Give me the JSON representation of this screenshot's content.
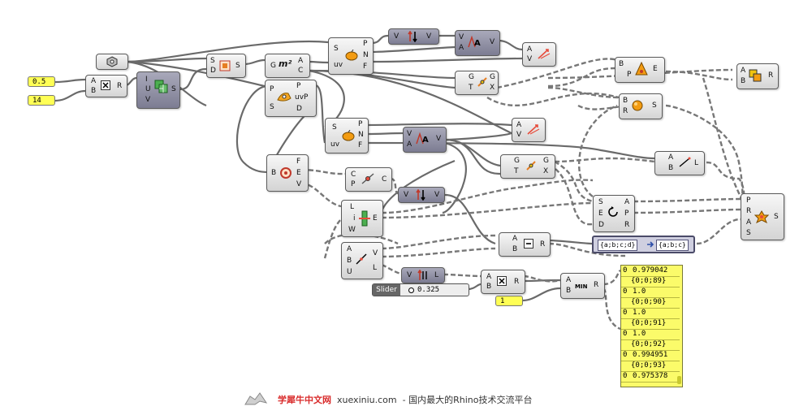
{
  "numbers": {
    "n1": "0.5",
    "n2": "14",
    "n3": "1"
  },
  "slider": {
    "label": "Slider",
    "value": "0.325",
    "fraction": 0.325
  },
  "tree": {
    "left": "{a;b;c;d}",
    "right": "{a;b;c}"
  },
  "panel": {
    "rows": [
      {
        "index": "0",
        "text": "0.979042"
      },
      {
        "index": "",
        "text": "{0;0;89}"
      },
      {
        "index": "0",
        "text": "1.0"
      },
      {
        "index": "",
        "text": "{0;0;90}"
      },
      {
        "index": "0",
        "text": "1.0"
      },
      {
        "index": "",
        "text": "{0;0;91}"
      },
      {
        "index": "0",
        "text": "1.0"
      },
      {
        "index": "",
        "text": "{0;0;92}"
      },
      {
        "index": "0",
        "text": "0.994951"
      },
      {
        "index": "",
        "text": "{0;0;93}"
      },
      {
        "index": "0",
        "text": "0.975378"
      }
    ]
  },
  "components": [
    {
      "id": "multiply-top",
      "labels": [
        "A",
        "B",
        "R"
      ]
    },
    {
      "id": "srfgrid",
      "labels": [
        "I",
        "U",
        "V",
        "S"
      ]
    },
    {
      "id": "boundary",
      "labels": [
        "S",
        "D",
        "S"
      ]
    },
    {
      "id": "area",
      "labels": [
        "G",
        "A",
        "C"
      ]
    },
    {
      "id": "srfcp",
      "labels": [
        "P",
        "S",
        "P",
        "uvP",
        "D"
      ]
    },
    {
      "id": "eval-top",
      "labels": [
        "S",
        "uv",
        "P",
        "N",
        "F"
      ]
    },
    {
      "id": "vecxprod-top",
      "labels": [
        "V",
        "V"
      ]
    },
    {
      "id": "angle-top",
      "labels": [
        "V",
        "A",
        "V"
      ]
    },
    {
      "id": "vecdisp-top",
      "labels": [
        "A",
        "V"
      ]
    },
    {
      "id": "plane-top",
      "labels": [
        "G",
        "T",
        "G",
        "X"
      ]
    },
    {
      "id": "cone",
      "labels": [
        "B",
        "P",
        "E"
      ]
    },
    {
      "id": "sphere",
      "labels": [
        "B",
        "R",
        "S"
      ]
    },
    {
      "id": "solidunion",
      "labels": [
        "A",
        "B",
        "R"
      ]
    },
    {
      "id": "eval-mid",
      "labels": [
        "S",
        "uv",
        "P",
        "N",
        "F"
      ]
    },
    {
      "id": "angle-mid",
      "labels": [
        "V",
        "A",
        "V"
      ]
    },
    {
      "id": "vecdisp-mid",
      "labels": [
        "A",
        "V"
      ]
    },
    {
      "id": "brepedges",
      "labels": [
        "B",
        "F",
        "E",
        "V"
      ]
    },
    {
      "id": "midpt",
      "labels": [
        "C",
        "P",
        "C"
      ]
    },
    {
      "id": "plane-mid",
      "labels": [
        "G",
        "T",
        "G",
        "X"
      ]
    },
    {
      "id": "line-right",
      "labels": [
        "A",
        "B",
        "L"
      ]
    },
    {
      "id": "vecxprod-mid",
      "labels": [
        "V",
        "V"
      ]
    },
    {
      "id": "extrude-line",
      "labels": [
        "L",
        "i",
        "W",
        "E"
      ]
    },
    {
      "id": "rotate",
      "labels": [
        "S",
        "E",
        "D",
        "A",
        "P",
        "R"
      ]
    },
    {
      "id": "extrude-pt",
      "labels": [
        "P",
        "R",
        "A",
        "S",
        "S"
      ]
    },
    {
      "id": "linepts",
      "labels": [
        "A",
        "B",
        "U",
        "V",
        "L"
      ]
    },
    {
      "id": "subtract",
      "labels": [
        "A",
        "B",
        "R"
      ]
    },
    {
      "id": "vecamp",
      "labels": [
        "V",
        "L"
      ]
    },
    {
      "id": "multiply-bot",
      "labels": [
        "A",
        "B",
        "R"
      ]
    },
    {
      "id": "minimum",
      "labels": [
        "A",
        "B",
        "R"
      ]
    }
  ],
  "watermark": {
    "brand": "学犀牛中文网",
    "site": "xuexiniu.com",
    "tagline": "- 国内最大的Rhino技术交流平台"
  }
}
